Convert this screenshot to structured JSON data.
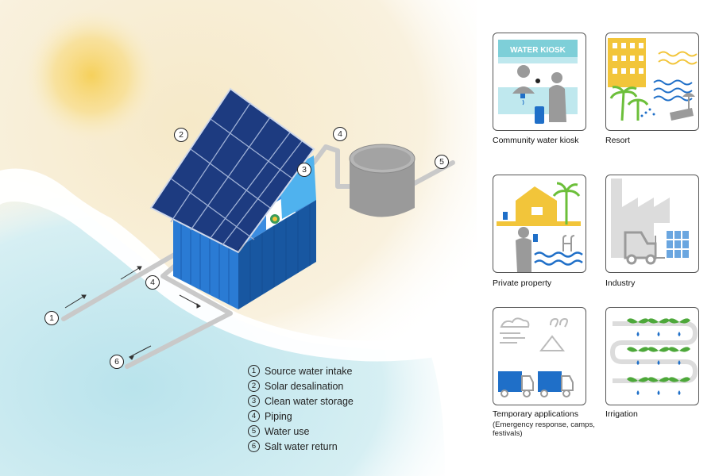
{
  "scene": {
    "kiosk_sign": "WATER KIOSK",
    "colors": {
      "container_blue": "#1f6fc8",
      "panel_navy": "#1f3a7a",
      "sea_aqua": "#bfe6ee",
      "sand": "#f6ecd0",
      "sun": "#f5d36a",
      "pipe_grey": "#c8c8c8"
    }
  },
  "callouts": [
    "1",
    "2",
    "3",
    "4",
    "4",
    "5",
    "6"
  ],
  "legend": [
    {
      "num": "1",
      "label": "Source water intake"
    },
    {
      "num": "2",
      "label": "Solar desalination"
    },
    {
      "num": "3",
      "label": "Clean water storage"
    },
    {
      "num": "4",
      "label": "Piping"
    },
    {
      "num": "5",
      "label": "Water use"
    },
    {
      "num": "6",
      "label": "Salt water return"
    }
  ],
  "applications": [
    {
      "label": "Community water kiosk",
      "icon": "water-kiosk-icon"
    },
    {
      "label": "Resort",
      "icon": "resort-icon"
    },
    {
      "label": "Private property",
      "icon": "private-property-icon"
    },
    {
      "label": "Industry",
      "icon": "industry-icon"
    },
    {
      "label": "Temporary applications",
      "sublabel": "(Emergency response, camps, festivals)",
      "icon": "temporary-applications-icon"
    },
    {
      "label": "Irrigation",
      "icon": "irrigation-icon"
    }
  ]
}
